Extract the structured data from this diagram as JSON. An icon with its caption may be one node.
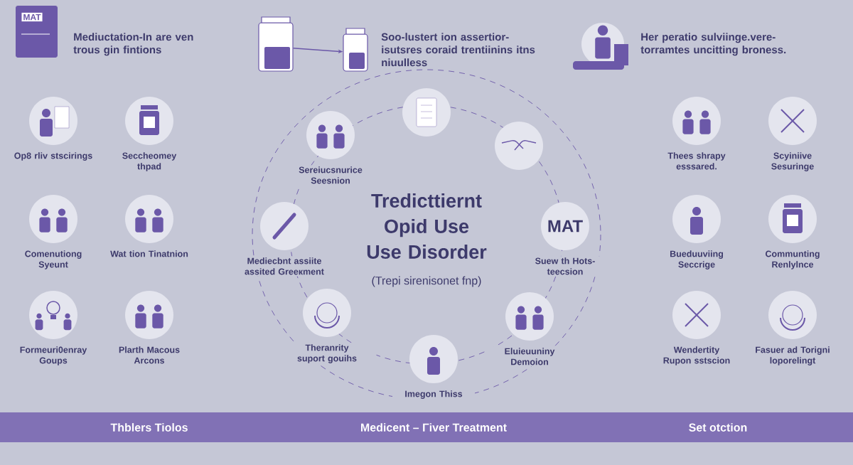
{
  "diagram": {
    "nodes": [
      {
        "text": [
          "MAT"
        ],
        "beside": [
          "Mediuctation-In are ven trous gin fintions"
        ]
      },
      {
        "text": [],
        "shape": "picture"
      },
      {
        "text": [],
        "shape": "picture",
        "beside": [
          "Soo-lustert ion assertior- isutsres coraid trentiinins itns niuulless"
        ]
      },
      {
        "text": [],
        "shape": "picture",
        "beside": [
          "Her peratio sulviinge.vere- torramtes uncitting broness."
        ]
      },
      {
        "text": [],
        "shape": "circle",
        "beside": [
          "Op8 rliv stscirings"
        ]
      },
      {
        "text": [],
        "shape": "circle",
        "beside": [
          "Seccheomey thpad"
        ]
      },
      {
        "text": [],
        "shape": "circle",
        "beside": [
          "Comenutiong Syeunt"
        ]
      },
      {
        "text": [],
        "shape": "circle",
        "beside": [
          "Wat tion Tinatnion"
        ]
      },
      {
        "text": [],
        "shape": "circle",
        "beside": [
          "Formeuri0enray Goups"
        ]
      },
      {
        "text": [],
        "shape": "circle",
        "beside": [
          "Plarth Macous Arcons"
        ]
      },
      {
        "text": [],
        "shape": "circle"
      },
      {
        "text": [],
        "shape": "circle"
      },
      {
        "text": [
          "MAT"
        ],
        "beside": [
          "Suew th Hots-teecsion"
        ]
      },
      {
        "text": [],
        "shape": "circle",
        "beside": [
          "Eluieuuniny Demoion"
        ]
      },
      {
        "text": [],
        "shape": "circle",
        "beside": [
          "Imegon Thiss"
        ]
      },
      {
        "text": [],
        "shape": "circle",
        "beside": [
          "Theranrity suport gouihs"
        ]
      },
      {
        "text": [],
        "shape": "circle",
        "beside": [
          "Mediecbnt assiite assited Greeкment"
        ]
      },
      {
        "text": [],
        "shape": "circle",
        "beside": [
          "Sereiucsnurice Seesnion"
        ]
      },
      {
        "text": [
          "Tredicttiernt Opid Use Use Disorder",
          "(Trepi sirenisonet fnp)"
        ]
      },
      {
        "text": [],
        "shape": "circle",
        "beside": [
          "Thees shrapy esssared."
        ]
      },
      {
        "text": [],
        "shape": "circle",
        "beside": [
          "Scyiniive Sesuringe"
        ]
      },
      {
        "text": [],
        "shape": "circle",
        "beside": [
          "Bueduuviing Seccrige"
        ]
      },
      {
        "text": [],
        "shape": "circle",
        "beside": [
          "Communting Renlylnce"
        ]
      },
      {
        "text": [],
        "shape": "circle",
        "beside": [
          "Wendertity Rupon sstscion"
        ]
      },
      {
        "text": [],
        "shape": "circle",
        "beside": [
          "Fasuer ad Torigni loporelingt"
        ]
      }
    ],
    "edges": [
      {
        "from": 1,
        "to": 2,
        "arrow": "to"
      }
    ],
    "labels": [
      "Thblers Tiolos",
      "Medicent – Γiver Treatment",
      "Set otction"
    ]
  }
}
